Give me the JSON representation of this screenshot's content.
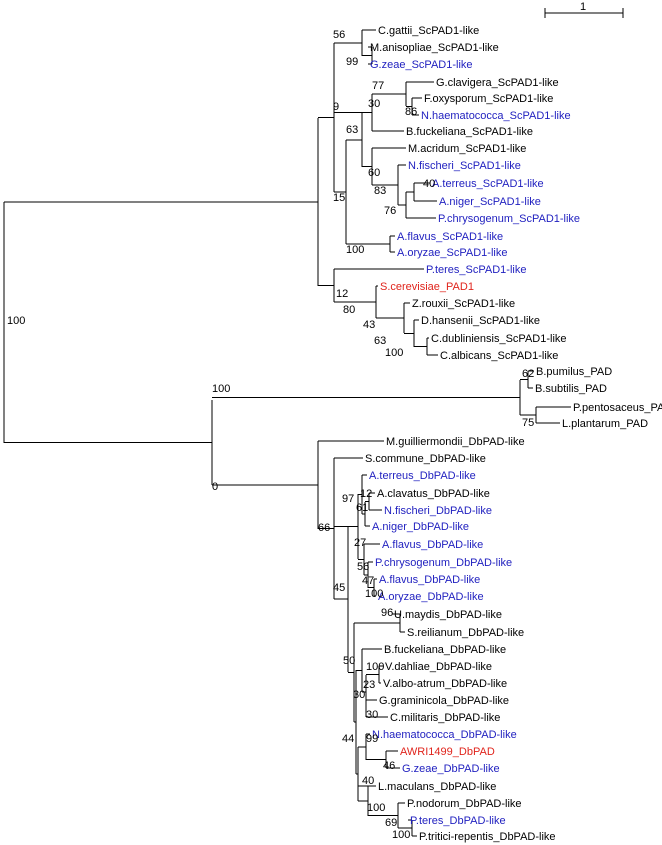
{
  "scale_bar": {
    "label": "1"
  },
  "colors": {
    "black": "#000000",
    "blue": "#1f1fbf",
    "red": "#e0241c"
  },
  "leaves": [
    {
      "id": "l1",
      "label": "C.gattii_ScPAD1-like",
      "color": "black"
    },
    {
      "id": "l2",
      "label": "M.anisopliae_ScPAD1-like",
      "color": "black"
    },
    {
      "id": "l3",
      "label": "G.zeae_ScPAD1-like",
      "color": "blue"
    },
    {
      "id": "l4",
      "label": "G.clavigera_ScPAD1-like",
      "color": "black"
    },
    {
      "id": "l5",
      "label": "F.oxysporum_ScPAD1-like",
      "color": "black"
    },
    {
      "id": "l6",
      "label": "N.haematococca_ScPAD1-like",
      "color": "blue"
    },
    {
      "id": "l7",
      "label": "B.fuckeliana_ScPAD1-like",
      "color": "black"
    },
    {
      "id": "l8",
      "label": "M.acridum_ScPAD1-like",
      "color": "black"
    },
    {
      "id": "l9",
      "label": "N.fischeri_ScPAD1-like",
      "color": "blue"
    },
    {
      "id": "l10",
      "label": "A.terreus_ScPAD1-like",
      "color": "blue"
    },
    {
      "id": "l11",
      "label": "A.niger_ScPAD1-like",
      "color": "blue"
    },
    {
      "id": "l12",
      "label": "P.chrysogenum_ScPAD1-like",
      "color": "blue"
    },
    {
      "id": "l13",
      "label": "A.flavus_ScPAD1-like",
      "color": "blue"
    },
    {
      "id": "l14",
      "label": "A.oryzae_ScPAD1-like",
      "color": "blue"
    },
    {
      "id": "l15",
      "label": "P.teres_ScPAD1-like",
      "color": "blue"
    },
    {
      "id": "l16",
      "label": "S.cerevisiae_PAD1",
      "color": "red"
    },
    {
      "id": "l17",
      "label": "Z.rouxii_ScPAD1-like",
      "color": "black"
    },
    {
      "id": "l18",
      "label": "D.hansenii_ScPAD1-like",
      "color": "black"
    },
    {
      "id": "l19",
      "label": "C.dubliniensis_ScPAD1-like",
      "color": "black"
    },
    {
      "id": "l20",
      "label": "C.albicans_ScPAD1-like",
      "color": "black"
    },
    {
      "id": "l21",
      "label": "B.pumilus_PAD",
      "color": "black"
    },
    {
      "id": "l22",
      "label": "B.subtilis_PAD",
      "color": "black"
    },
    {
      "id": "l23",
      "label": "P.pentosaceus_PAD",
      "color": "black"
    },
    {
      "id": "l24",
      "label": "L.plantarum_PAD",
      "color": "black"
    },
    {
      "id": "l25",
      "label": "M.guilliermondii_DbPAD-like",
      "color": "black"
    },
    {
      "id": "l26",
      "label": "S.commune_DbPAD-like",
      "color": "black"
    },
    {
      "id": "l27",
      "label": "A.terreus_DbPAD-like",
      "color": "blue"
    },
    {
      "id": "l28",
      "label": "A.clavatus_DbPAD-like",
      "color": "black"
    },
    {
      "id": "l29",
      "label": "N.fischeri_DbPAD-like",
      "color": "blue"
    },
    {
      "id": "l30",
      "label": "A.niger_DbPAD-like",
      "color": "blue"
    },
    {
      "id": "l31",
      "label": "A.flavus_DbPAD-like",
      "color": "blue"
    },
    {
      "id": "l32",
      "label": "P.chrysogenum_DbPAD-like",
      "color": "blue"
    },
    {
      "id": "l33",
      "label": "A.flavus_DbPAD-like",
      "color": "blue"
    },
    {
      "id": "l34",
      "label": "A.oryzae_DbPAD-like",
      "color": "blue"
    },
    {
      "id": "l35",
      "label": "U.maydis_DbPAD-like",
      "color": "black"
    },
    {
      "id": "l36",
      "label": "S.reilianum_DbPAD-like",
      "color": "black"
    },
    {
      "id": "l37",
      "label": "B.fuckeliana_DbPAD-like",
      "color": "black"
    },
    {
      "id": "l38",
      "label": "V.dahliae_DbPAD-like",
      "color": "black"
    },
    {
      "id": "l39",
      "label": "V.albo-atrum_DbPAD-like",
      "color": "black"
    },
    {
      "id": "l40",
      "label": "G.graminicola_DbPAD-like",
      "color": "black"
    },
    {
      "id": "l41",
      "label": "C.militaris_DbPAD-like",
      "color": "black"
    },
    {
      "id": "l42",
      "label": "N.haematococca_DbPAD-like",
      "color": "blue"
    },
    {
      "id": "l43",
      "label": "AWRI1499_DbPAD",
      "color": "red"
    },
    {
      "id": "l44",
      "label": "G.zeae_DbPAD-like",
      "color": "blue"
    },
    {
      "id": "l45",
      "label": "L.maculans_DbPAD-like",
      "color": "black"
    },
    {
      "id": "l46",
      "label": "P.nodorum_DbPAD-like",
      "color": "black"
    },
    {
      "id": "l47",
      "label": "P.teres_DbPAD-like",
      "color": "blue"
    },
    {
      "id": "l48",
      "label": "P.tritici-repentis_DbPAD-like",
      "color": "black"
    }
  ],
  "supports": [
    {
      "id": "s56",
      "value": "56"
    },
    {
      "id": "s99a",
      "value": "99"
    },
    {
      "id": "s9",
      "value": "9"
    },
    {
      "id": "s77",
      "value": "77"
    },
    {
      "id": "s30a",
      "value": "30"
    },
    {
      "id": "s86",
      "value": "86"
    },
    {
      "id": "s63a",
      "value": "63"
    },
    {
      "id": "s60",
      "value": "60"
    },
    {
      "id": "s40a",
      "value": "40"
    },
    {
      "id": "s83",
      "value": "83"
    },
    {
      "id": "s76",
      "value": "76"
    },
    {
      "id": "s15",
      "value": "15"
    },
    {
      "id": "s100a",
      "value": "100"
    },
    {
      "id": "s12a",
      "value": "12"
    },
    {
      "id": "s80",
      "value": "80"
    },
    {
      "id": "s43",
      "value": "43"
    },
    {
      "id": "s63b",
      "value": "63"
    },
    {
      "id": "s100b",
      "value": "100"
    },
    {
      "id": "s100root",
      "value": "100"
    },
    {
      "id": "s100c",
      "value": "100"
    },
    {
      "id": "s62",
      "value": "62"
    },
    {
      "id": "s75",
      "value": "75"
    },
    {
      "id": "s0",
      "value": "0"
    },
    {
      "id": "s97",
      "value": "97"
    },
    {
      "id": "s12b",
      "value": "12"
    },
    {
      "id": "s61",
      "value": "61"
    },
    {
      "id": "s66",
      "value": "66"
    },
    {
      "id": "s27",
      "value": "27"
    },
    {
      "id": "s56b",
      "value": "56"
    },
    {
      "id": "s47",
      "value": "47"
    },
    {
      "id": "s100d",
      "value": "100"
    },
    {
      "id": "s45",
      "value": "45"
    },
    {
      "id": "s96",
      "value": "96"
    },
    {
      "id": "s50",
      "value": "50"
    },
    {
      "id": "s100e",
      "value": "100"
    },
    {
      "id": "s23",
      "value": "23"
    },
    {
      "id": "s30b",
      "value": "30"
    },
    {
      "id": "s30c",
      "value": "30"
    },
    {
      "id": "s44",
      "value": "44"
    },
    {
      "id": "s99b",
      "value": "99"
    },
    {
      "id": "s46",
      "value": "46"
    },
    {
      "id": "s40b",
      "value": "40"
    },
    {
      "id": "s100f",
      "value": "100"
    },
    {
      "id": "s69",
      "value": "69"
    },
    {
      "id": "s100g",
      "value": "100"
    }
  ]
}
